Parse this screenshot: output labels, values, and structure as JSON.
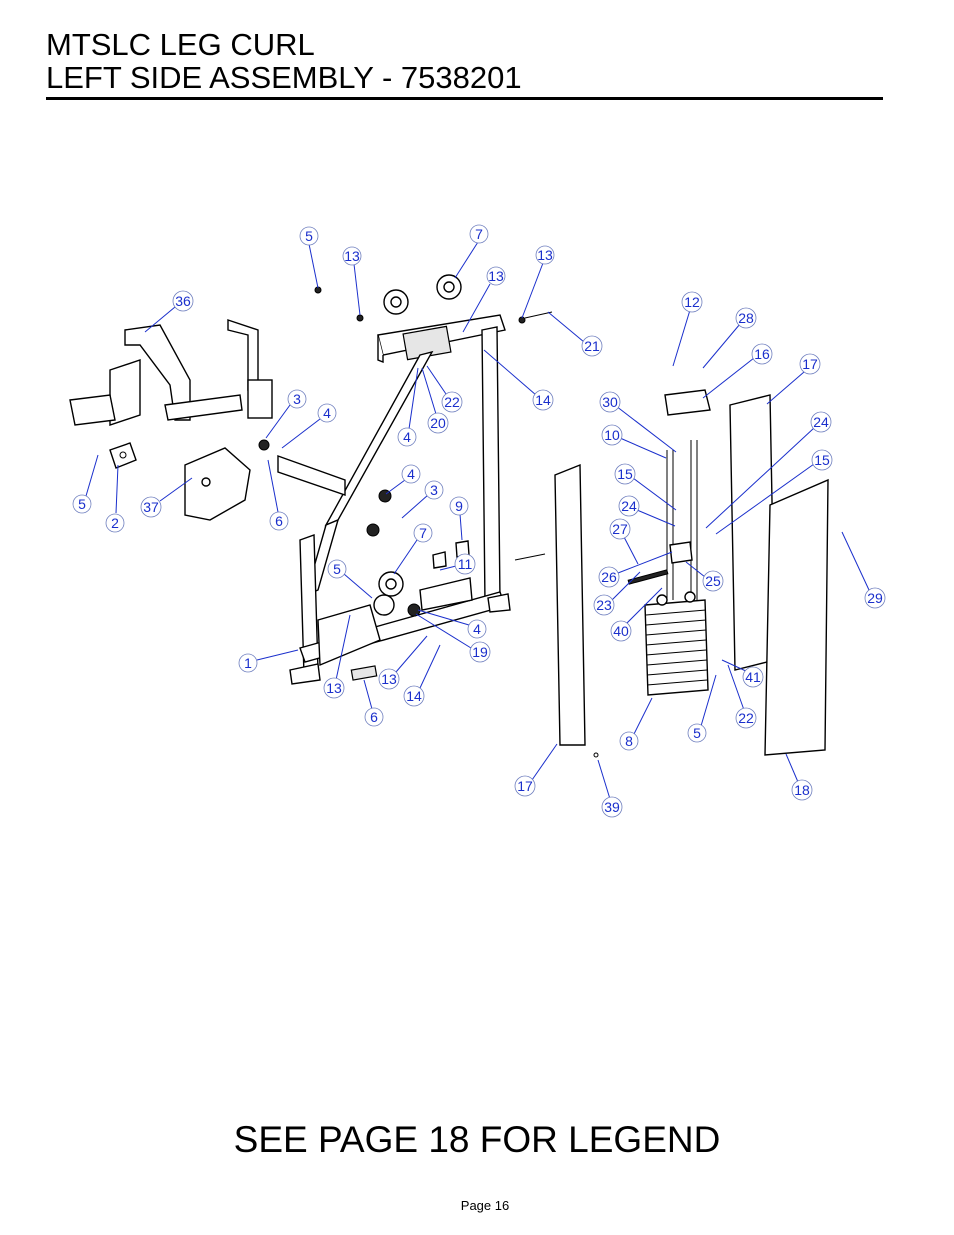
{
  "header": {
    "title_line1": "MTSLC LEG CURL",
    "title_line2": "LEFT SIDE ASSEMBLY - 7538201"
  },
  "footer": {
    "legend_note": "SEE PAGE 18 FOR LEGEND",
    "page_label": "Page 16"
  },
  "diagram": {
    "callouts": [
      "5",
      "7",
      "13",
      "13",
      "13",
      "36",
      "12",
      "28",
      "16",
      "17",
      "21",
      "3",
      "4",
      "22",
      "14",
      "30",
      "10",
      "24",
      "15",
      "4",
      "20",
      "4",
      "3",
      "9",
      "15",
      "24",
      "27",
      "5",
      "2",
      "37",
      "6",
      "7",
      "11",
      "26",
      "25",
      "23",
      "5",
      "40",
      "29",
      "4",
      "1",
      "19",
      "41",
      "13",
      "13",
      "14",
      "22",
      "6",
      "8",
      "5",
      "17",
      "18",
      "39"
    ],
    "accent_color": "#1a2fcc"
  }
}
